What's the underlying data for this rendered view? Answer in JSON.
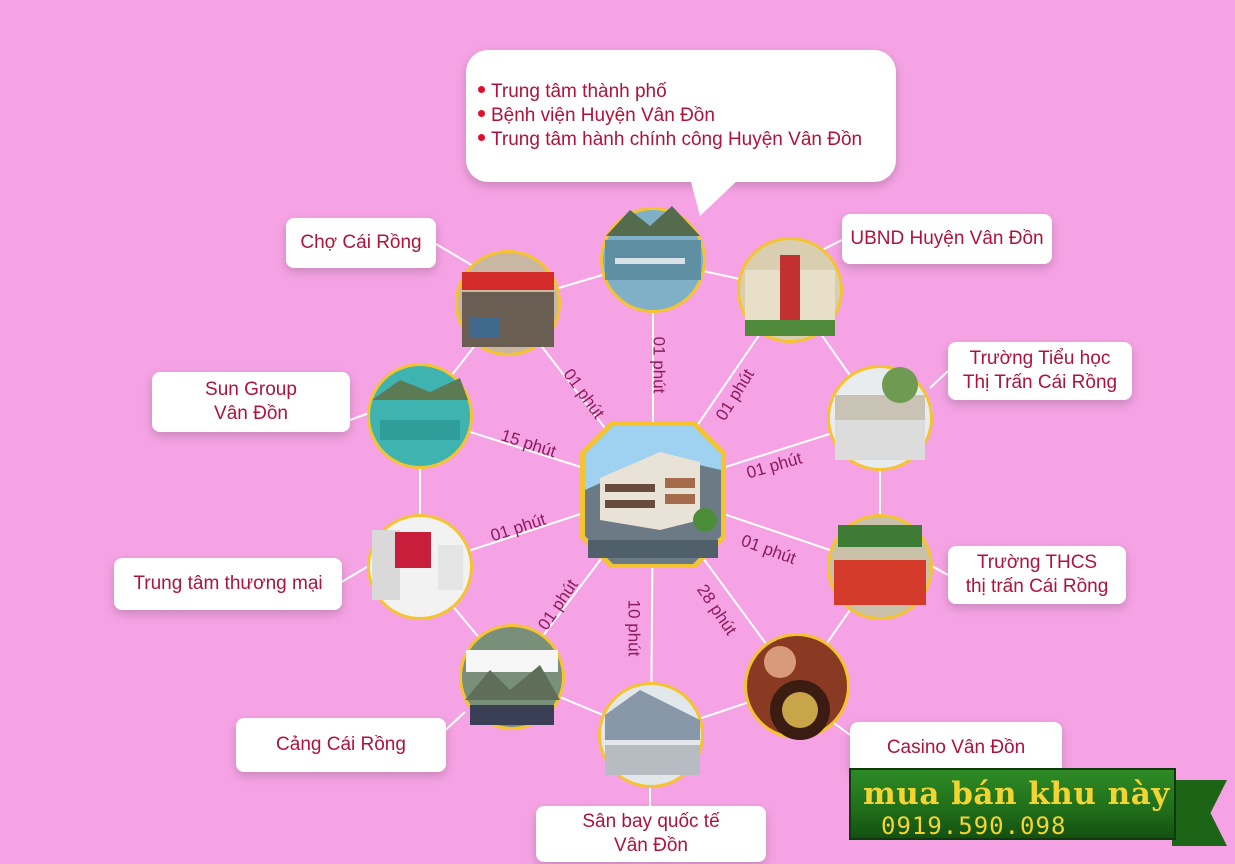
{
  "top_callout": {
    "items": [
      "Trung tâm thành phố",
      "Bệnh viện Huyện Vân Đồn",
      "Trung tâm hành chính công Huyện Vân Đồn"
    ]
  },
  "places": {
    "cho_cai_rong": "Chợ Cái Rồng",
    "ubnd": "UBND Huyện Vân Đồn",
    "sun_group_1": "Sun Group",
    "sun_group_2": "Vân Đồn",
    "tieu_hoc_1": "Trường Tiểu học",
    "tieu_hoc_2": "Thị Trấn Cái Rồng",
    "thuong_mai": "Trung tâm thương mại",
    "thcs_1": "Trường THCS",
    "thcs_2": "thị trấn Cái Rồng",
    "cang": "Cảng Cái Rồng",
    "casino": "Casino Vân Đồn",
    "san_bay_1": "Sân bay quốc tế",
    "san_bay_2": "Vân Đồn"
  },
  "times": {
    "city": "01 phút",
    "cho": "01 phút",
    "ubnd": "01 phút",
    "sun": "15 phút",
    "tieuhoc": "01 phút",
    "thuongmai": "01 phút",
    "thcs": "01 phút",
    "cang": "01 phút",
    "sanbay": "10 phút",
    "casino": "28 phút"
  },
  "banner": {
    "title": "mua bán khu này",
    "phone": "0919.590.098"
  },
  "colors": {
    "background": "#f5a3e4",
    "label_text": "#b0123a",
    "time_text": "#8c1b5c",
    "photo_border": "#f4c430",
    "banner_green": "#2e8b26",
    "banner_text": "#f4d432"
  }
}
